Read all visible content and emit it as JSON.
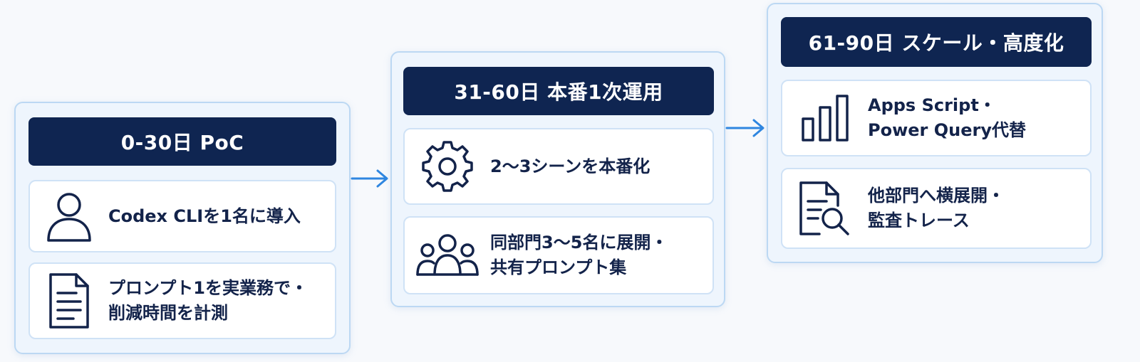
{
  "phases": [
    {
      "title": "0-30日 PoC",
      "cards": [
        {
          "icon": "user-icon",
          "lines": [
            "Codex CLIを1名に導入"
          ]
        },
        {
          "icon": "document-icon",
          "lines": [
            "プロンプト1を実業務で・",
            "削減時間を計測"
          ]
        }
      ]
    },
    {
      "title": "31-60日 本番1次運用",
      "cards": [
        {
          "icon": "gear-icon",
          "lines": [
            "2〜3シーンを本番化"
          ]
        },
        {
          "icon": "team-icon",
          "lines": [
            "同部門3〜5名に展開・",
            "共有プロンプト集"
          ]
        }
      ]
    },
    {
      "title": "61-90日 スケール・高度化",
      "cards": [
        {
          "icon": "bar-chart-icon",
          "lines": [
            "Apps Script・",
            "Power Query代替"
          ]
        },
        {
          "icon": "document-search-icon",
          "lines": [
            "他部門へ横展開・",
            "監査トレース"
          ]
        }
      ]
    }
  ],
  "colors": {
    "header_bg": "#0f2551",
    "panel_bg": "#eef5fd",
    "arrow": "#2f86e0",
    "icon": "#13234a"
  }
}
